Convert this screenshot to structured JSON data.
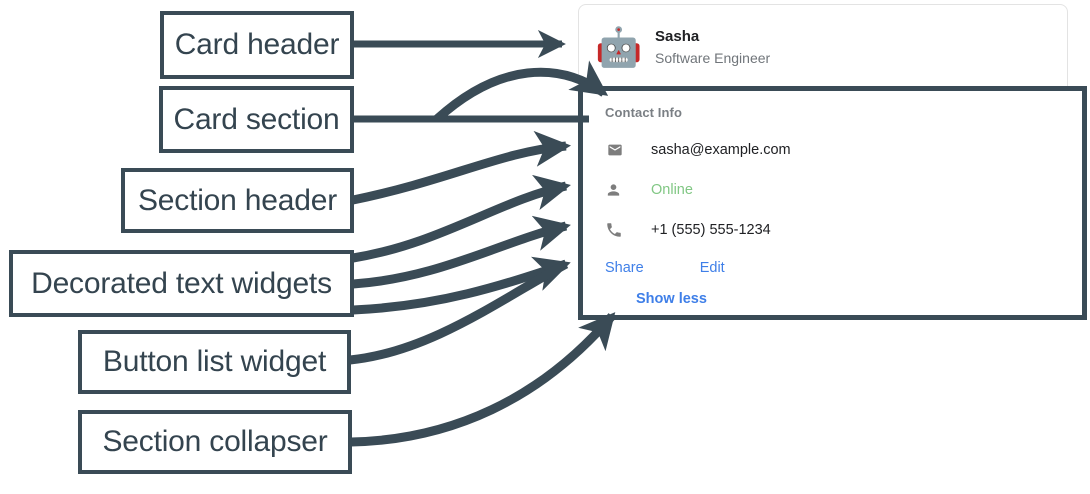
{
  "annotations": [
    {
      "label": "Card header",
      "name": "callout-card-header"
    },
    {
      "label": "Card section",
      "name": "callout-card-section"
    },
    {
      "label": "Section header",
      "name": "callout-section-header"
    },
    {
      "label": "Decorated text widgets",
      "name": "callout-decorated-text-widgets"
    },
    {
      "label": "Button list widget",
      "name": "callout-button-list-widget"
    },
    {
      "label": "Section collapser",
      "name": "callout-section-collapser"
    }
  ],
  "card": {
    "header": {
      "avatar_icon": "robot-avatar",
      "avatar_glyph": "🤖",
      "title": "Sasha",
      "subtitle": "Software Engineer"
    },
    "section": {
      "header": "Contact Info",
      "text_widgets": [
        {
          "icon": "email-icon",
          "text": "sasha@example.com",
          "style": "default"
        },
        {
          "icon": "person-icon",
          "text": "Online",
          "style": "status"
        },
        {
          "icon": "phone-icon",
          "text": "+1 (555) 555-1234",
          "style": "default"
        }
      ],
      "button_list": [
        {
          "label": "Share",
          "name": "share-button"
        },
        {
          "label": "Edit",
          "name": "edit-button"
        }
      ],
      "collapser": {
        "label": "Show less",
        "name": "show-less-button"
      }
    }
  },
  "colors": {
    "annotation": "#3a4b56",
    "link": "#3f7fe8",
    "status_online": "#81c784",
    "muted_text": "#70757a",
    "icon_gray": "#7d7d7d",
    "card_border": "#e3e3e3"
  }
}
